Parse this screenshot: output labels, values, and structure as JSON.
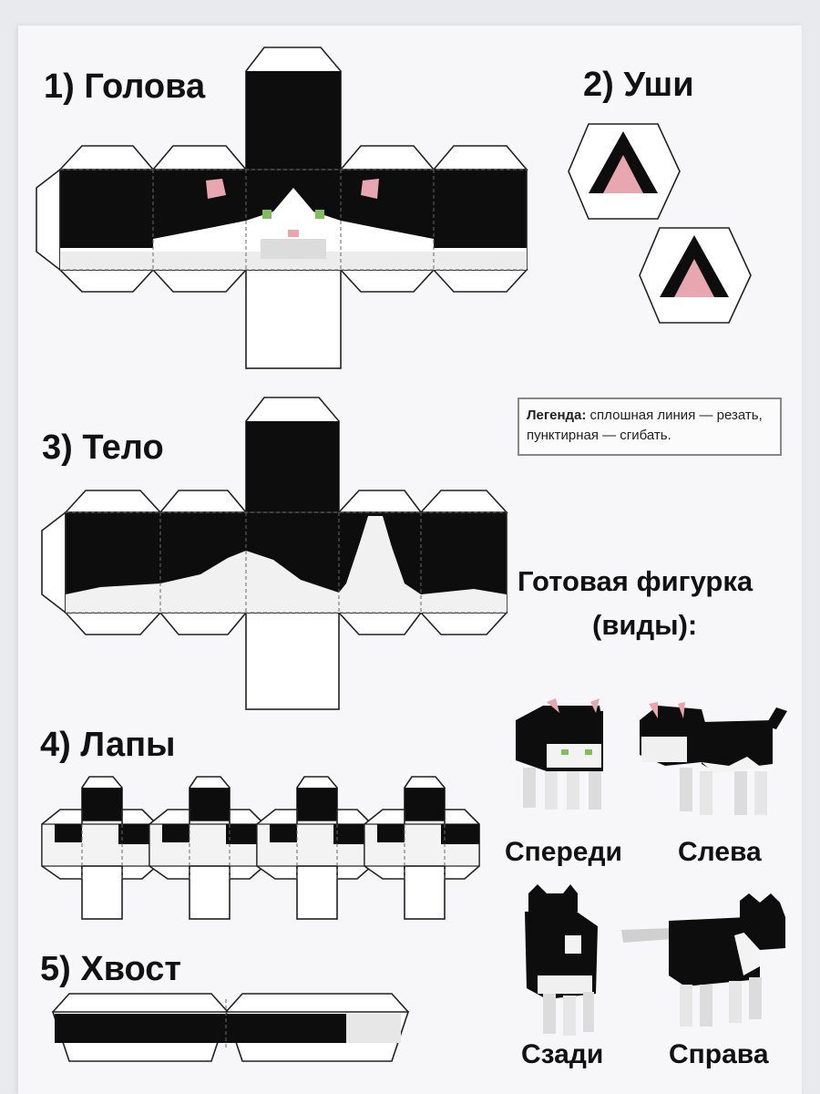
{
  "sections": {
    "head": "1) Голова",
    "ears": "2) Уши",
    "body": "3) Тело",
    "legs": "4) Лапы",
    "tail": "5) Хвост"
  },
  "legend": {
    "label": "Легенда:",
    "text": " сплошная линия — резать, пунктирная — сгибать."
  },
  "finished": {
    "title_line1": "Готовая фигурка",
    "title_line2": "(виды):",
    "views": [
      "Спереди",
      "Слева",
      "Сзади",
      "Справа"
    ]
  },
  "colors": {
    "fur_black": "#0d0d0d",
    "fur_white": "#ffffff",
    "ear_pink": "#e8a6b0",
    "eye_green": "#7fbf5a",
    "line": "#222222"
  }
}
